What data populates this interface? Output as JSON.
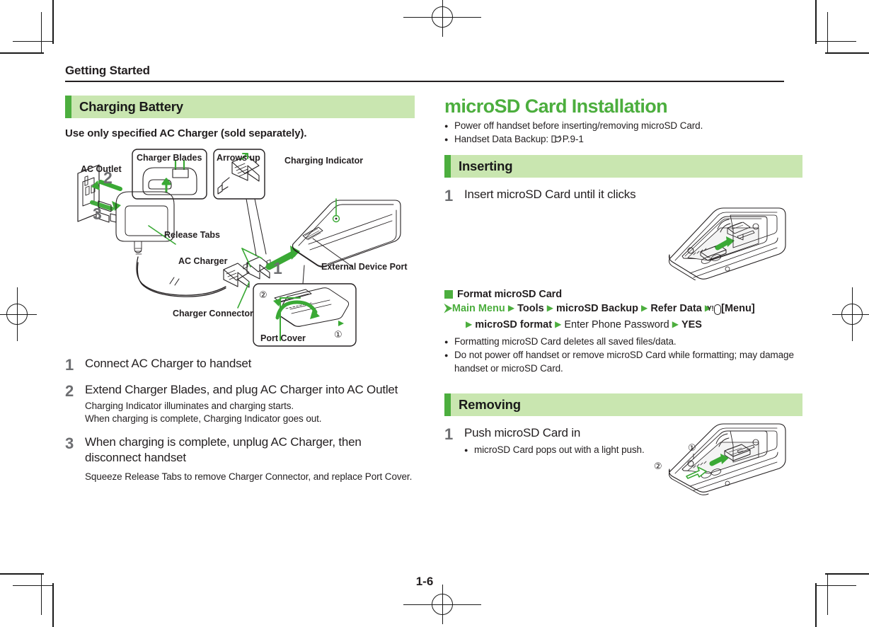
{
  "running_head": "Getting Started",
  "page_number": "1-6",
  "left_column": {
    "section_title": "Charging Battery",
    "lead": "Use only specified AC Charger (sold separately).",
    "diagram": {
      "labels": {
        "ac_outlet": "AC Outlet",
        "charger_blades": "Charger Blades",
        "arrows_up": "Arrows up",
        "charging_indicator": "Charging Indicator",
        "release_tabs": "Release Tabs",
        "ac_charger": "AC Charger",
        "charger_connector": "Charger Connector",
        "external_device_port": "External Device Port",
        "port_cover": "Port Cover"
      },
      "callout_numbers": [
        "1",
        "2",
        "3"
      ],
      "circled_numbers": [
        "①",
        "②"
      ]
    },
    "steps": [
      {
        "num": "1",
        "title": "Connect AC Charger to handset",
        "sub": []
      },
      {
        "num": "2",
        "title": "Extend Charger Blades, and plug AC Charger into AC Outlet",
        "sub": [
          "Charging Indicator illuminates and charging starts.",
          "When charging is complete, Charging Indicator goes out."
        ]
      },
      {
        "num": "3",
        "title": "When charging is complete, unplug AC Charger, then disconnect handset",
        "sub": [
          "Squeeze Release Tabs to remove Charger Connector, and replace Port Cover."
        ]
      }
    ]
  },
  "right_column": {
    "heading": "microSD Card Installation",
    "notes": [
      "Power off handset before inserting/removing microSD Card.",
      "Handset Data Backup: "
    ],
    "note_ref": "P.9-1",
    "inserting": {
      "section_title": "Inserting",
      "step": {
        "num": "1",
        "title": "Insert microSD Card until it clicks"
      },
      "format_block": {
        "title": "Format microSD Card",
        "path_prefix": "⮞",
        "path_items": [
          {
            "text": "Main Menu",
            "style": "green-bold"
          },
          {
            "text": "Tools",
            "style": "bold"
          },
          {
            "text": "microSD Backup",
            "style": "bold"
          },
          {
            "text": "Refer Data",
            "style": "bold"
          },
          {
            "text": "[Menu]",
            "style": "key"
          },
          {
            "text": "microSD format",
            "style": "bold"
          },
          {
            "text": "Enter Phone Password",
            "style": "normal"
          },
          {
            "text": "YES",
            "style": "bold"
          }
        ],
        "key_label": "Y!",
        "notes": [
          "Formatting microSD Card deletes all saved files/data.",
          "Do not power off handset or remove microSD Card while formatting; may damage handset or microSD Card."
        ]
      }
    },
    "removing": {
      "section_title": "Removing",
      "step": {
        "num": "1",
        "title": "Push microSD Card in",
        "sub_bullet": "microSD Card pops out with a light push."
      },
      "circled_numbers": [
        "①",
        "②"
      ]
    }
  },
  "colors": {
    "accent_green": "#4cae3e",
    "bar_green": "#c9e6b0",
    "text": "#231f20",
    "step_number": "#6d6e71"
  }
}
